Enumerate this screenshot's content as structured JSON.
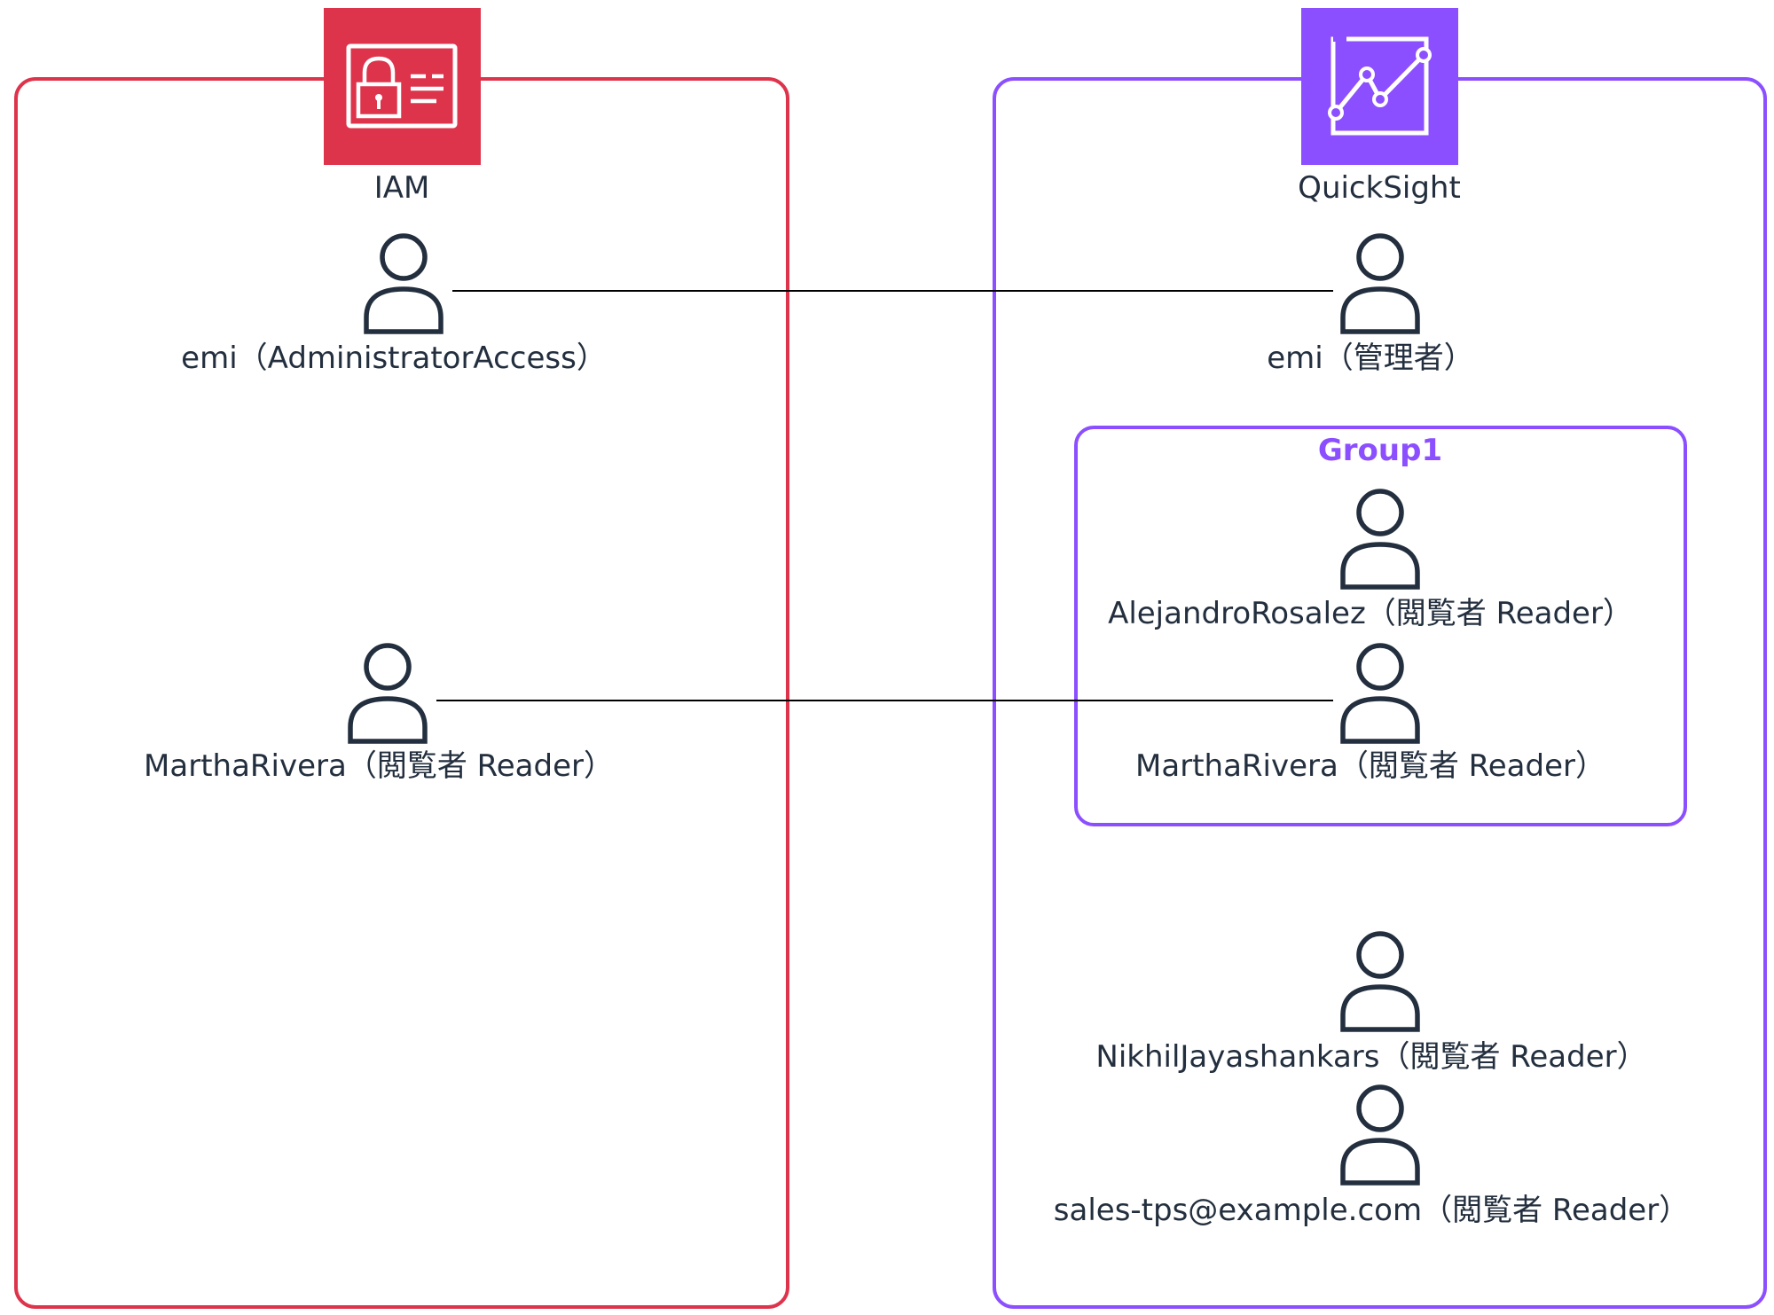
{
  "colors": {
    "iam": "#dd344c",
    "quicksight": "#8c4fff",
    "ink": "#232f3e",
    "line": "#000000"
  },
  "iam": {
    "service_name": "IAM",
    "icon": "iam-identity-card-icon",
    "users": [
      {
        "label": "emi（AdministratorAccess）",
        "icon": "user-icon"
      },
      {
        "label": "MarthaRivera（閲覧者 Reader）",
        "icon": "user-icon"
      }
    ]
  },
  "quicksight": {
    "service_name": "QuickSight",
    "icon": "quicksight-chart-icon",
    "users": [
      {
        "label": "emi（管理者）",
        "icon": "user-icon"
      },
      {
        "label": "NikhilJayashankars（閲覧者 Reader）",
        "icon": "user-icon"
      },
      {
        "label": "sales-tps@example.com（閲覧者 Reader）",
        "icon": "user-icon"
      }
    ],
    "group": {
      "name": "Group1",
      "users": [
        {
          "label": "AlejandroRosalez（閲覧者 Reader）",
          "icon": "user-icon"
        },
        {
          "label": "MarthaRivera（閲覧者 Reader）",
          "icon": "user-icon"
        }
      ]
    }
  }
}
